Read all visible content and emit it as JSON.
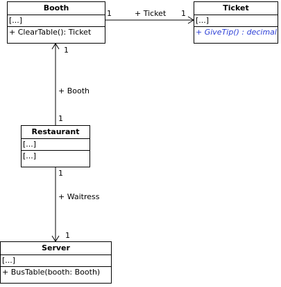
{
  "classes": {
    "booth": {
      "name": "Booth",
      "attributes": "[...]",
      "operations": "+ ClearTable(): Ticket"
    },
    "ticket": {
      "name": "Ticket",
      "attributes": "[...]",
      "operations": "+ GiveTip() : decimal"
    },
    "restaurant": {
      "name": "Restaurant",
      "attributes": "[...]",
      "operations": "[...]"
    },
    "server": {
      "name": "Server",
      "attributes": "[...]",
      "operations": "+ BusTable(booth: Booth)"
    }
  },
  "associations": {
    "booth_ticket": {
      "role": "+ Ticket",
      "source_mult": "1",
      "target_mult": "1"
    },
    "restaurant_booth": {
      "role": "+ Booth",
      "source_mult": "1",
      "target_mult": "1"
    },
    "restaurant_server": {
      "role": "+ Waitress",
      "source_mult": "1",
      "target_mult": "1"
    }
  },
  "colors": {
    "line": "#000000",
    "abstract_text": "#2c3fd6"
  }
}
